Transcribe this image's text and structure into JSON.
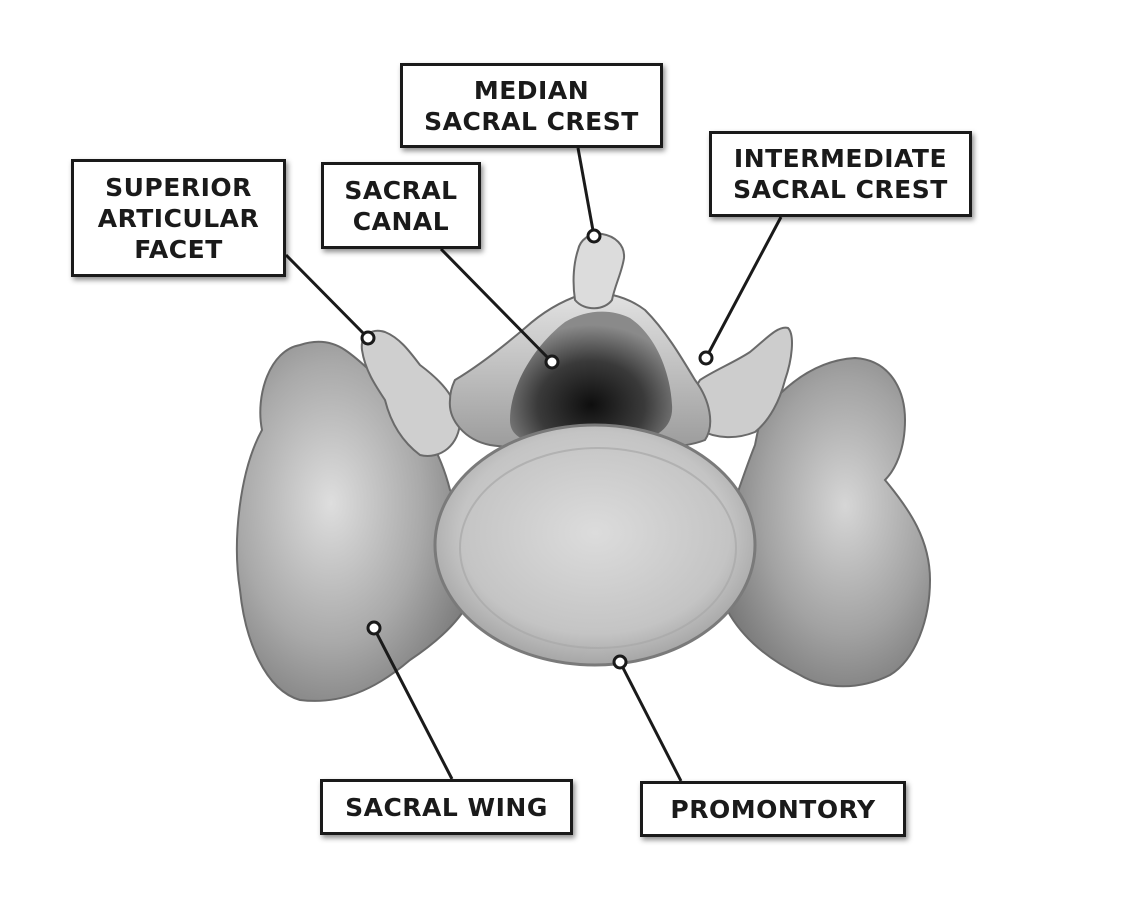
{
  "labels": {
    "median_sacral_crest": "MEDIAN\nSACRAL CREST",
    "sacral_canal": "SACRAL\nCANAL",
    "superior_articular_facet": "SUPERIOR\nARTICULAR\nFACET",
    "intermediate_sacral_crest": "INTERMEDIATE\nSACRAL CREST",
    "sacral_wing": "SACRAL WING",
    "promontory": "PROMONTORY"
  },
  "colors": {
    "line": "#1a1a1a",
    "bone_light": "#e9e9e9",
    "bone_mid": "#b8b8b8",
    "bone_dark": "#6e6e6e",
    "canal_dark": "#141414"
  }
}
